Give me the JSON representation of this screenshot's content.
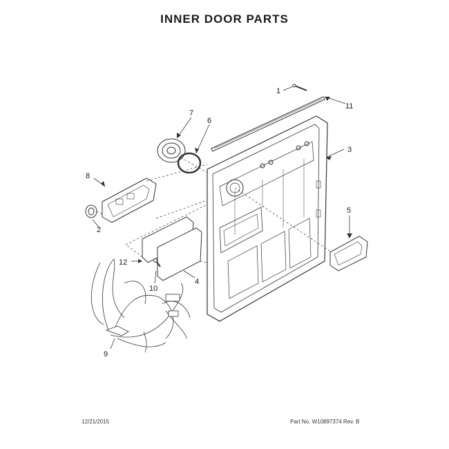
{
  "page": {
    "title": "INNER DOOR PARTS",
    "date": "12/21/2015",
    "part_number": "Part No. W10897374  Rev. B"
  },
  "callouts": {
    "c1": "1",
    "c2": "2",
    "c3": "3",
    "c4": "4",
    "c5": "5",
    "c6": "6",
    "c7": "7",
    "c8": "8",
    "c9": "9",
    "c10": "10",
    "c11": "11",
    "c12": "12"
  }
}
